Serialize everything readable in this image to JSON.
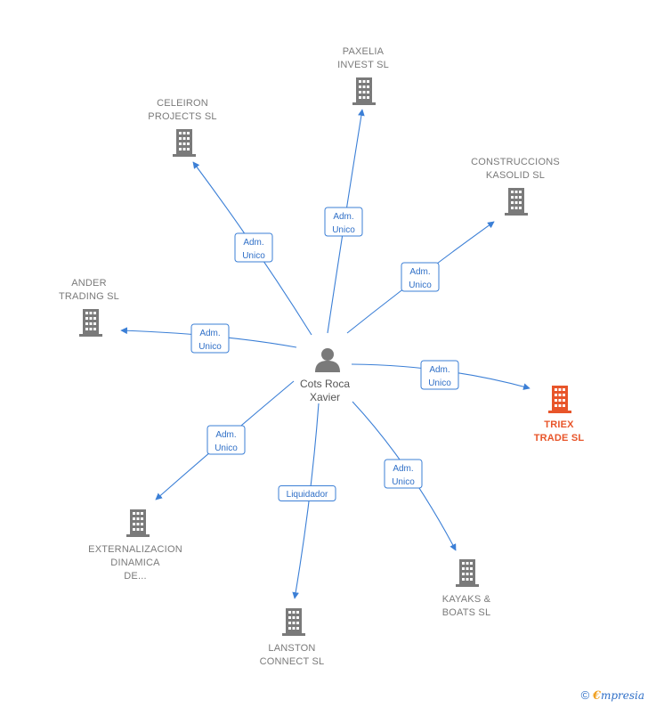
{
  "center": {
    "name_lines": [
      "Cots Roca",
      "Xavier"
    ],
    "icon": "person-icon"
  },
  "colors": {
    "node": "#7a7a7a",
    "highlight": "#e8552a",
    "edge": "#3b7fd6"
  },
  "companies": [
    {
      "id": "paxelia",
      "lines": [
        "PAXELIA",
        "INVEST  SL"
      ],
      "role": "Adm.|Unico",
      "highlight": false
    },
    {
      "id": "celeiron",
      "lines": [
        "CELEIRON",
        "PROJECTS SL"
      ],
      "role": "Adm.|Unico",
      "highlight": false
    },
    {
      "id": "construccions",
      "lines": [
        "CONSTRUCCIONS",
        "KASOLID  SL"
      ],
      "role": "Adm.|Unico",
      "highlight": false
    },
    {
      "id": "ander",
      "lines": [
        "ANDER",
        "TRADING  SL"
      ],
      "role": "Adm.|Unico",
      "highlight": false
    },
    {
      "id": "triex",
      "lines": [
        "TRIEX",
        "TRADE  SL"
      ],
      "role": "Adm.|Unico",
      "highlight": true
    },
    {
      "id": "externalizacion",
      "lines": [
        "EXTERNALIZACION",
        "DINAMICA",
        "DE..."
      ],
      "role": "Adm.|Unico",
      "highlight": false
    },
    {
      "id": "kayaks",
      "lines": [
        "KAYAKS &",
        "BOATS  SL"
      ],
      "role": "Adm.|Unico",
      "highlight": false
    },
    {
      "id": "lanston",
      "lines": [
        "LANSTON",
        "CONNECT SL"
      ],
      "role": "Liquidador",
      "highlight": false
    }
  ],
  "footer": {
    "copyright": "©",
    "brand_e": "€",
    "brand_rest": "mpresia"
  }
}
